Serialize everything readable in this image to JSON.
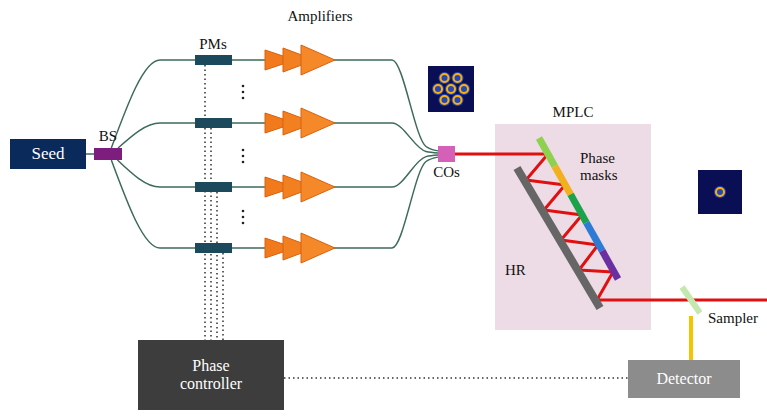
{
  "diagram": {
    "nodes": [
      {
        "text": [
          "Seed"
        ]
      },
      {
        "text": [
          "BS"
        ]
      },
      {
        "text": [
          "COs"
        ]
      },
      {
        "text": [
          "MPLC"
        ]
      },
      {
        "text": [
          "Sampler"
        ]
      },
      {
        "text": [
          "Detector"
        ]
      },
      {
        "text": [
          "Phase controller"
        ]
      }
    ],
    "edges": [
      {
        "from": 0,
        "to": 1,
        "arrow": "none"
      },
      {
        "from": 1,
        "to": 2,
        "arrow": "none"
      },
      {
        "from": 1,
        "to": 2,
        "arrow": "none"
      },
      {
        "from": 1,
        "to": 2,
        "arrow": "none"
      },
      {
        "from": 1,
        "to": 2,
        "arrow": "none"
      },
      {
        "from": 2,
        "to": 3,
        "arrow": "none"
      },
      {
        "from": 4,
        "to": 5,
        "arrow": "none"
      },
      {
        "from": 6,
        "to": 5,
        "arrow": "none"
      }
    ],
    "labels": [
      "Amplifiers",
      "PMs",
      "Phase masks",
      "HR"
    ]
  }
}
